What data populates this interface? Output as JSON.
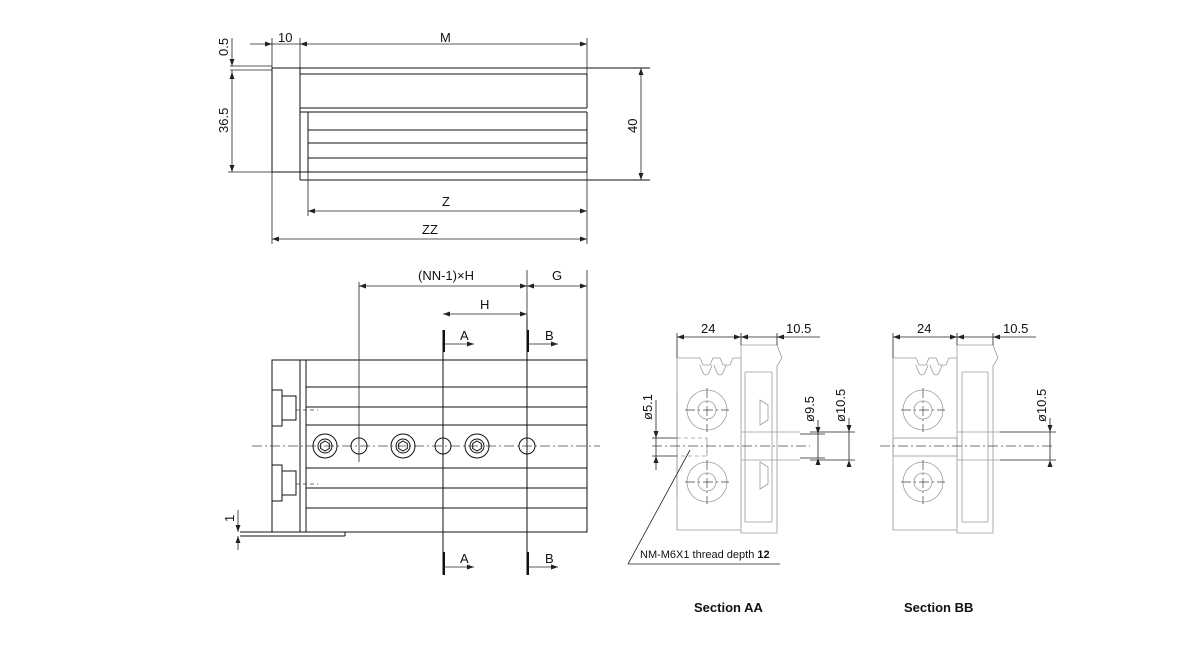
{
  "top_view": {
    "dim_thickness": "0.5",
    "dim_flange": "10",
    "dim_body": "M",
    "dim_base_height": "36.5",
    "dim_height": "40",
    "dim_stroke_body": "Z",
    "dim_total": "ZZ"
  },
  "front_view": {
    "dim_pitch": "(NN-1)×H",
    "dim_end": "G",
    "dim_h": "H",
    "cut_a": "A",
    "cut_b": "B",
    "dim_offset": "1"
  },
  "section_aa": {
    "title": "Section AA",
    "dim_24": "24",
    "dim_105": "10.5",
    "dim_51": "ø5.1",
    "dim_95": "ø9.5",
    "dim_105d": "ø10.5",
    "note_prefix": "NM-M6X1 thread depth ",
    "note_depth": "12"
  },
  "section_bb": {
    "title": "Section BB",
    "dim_24": "24",
    "dim_105": "10.5",
    "dim_105d": "ø10.5"
  }
}
